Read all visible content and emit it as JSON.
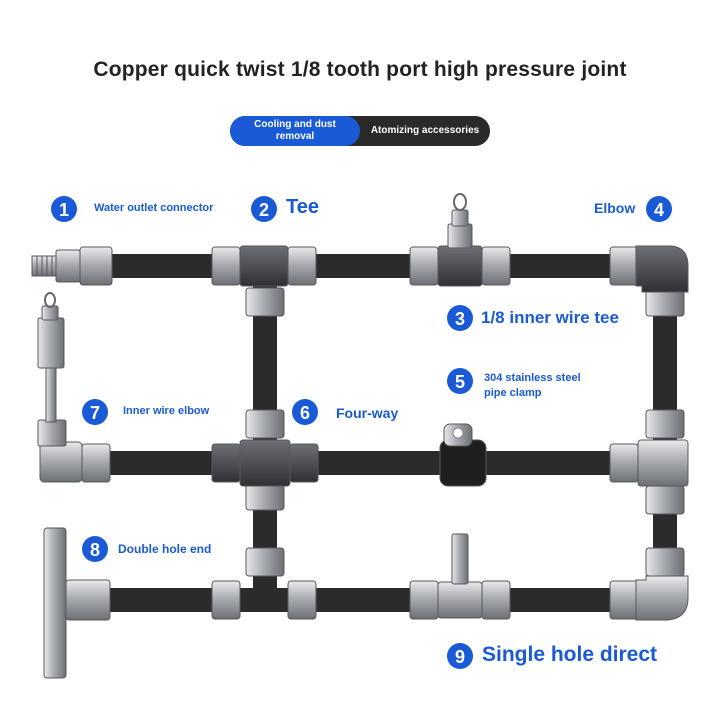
{
  "title": "Copper quick twist 1/8 tooth port high pressure joint",
  "tabs": [
    {
      "label": "Cooling and dust removal",
      "active": true
    },
    {
      "label": "Atomizing accessories",
      "active": false
    }
  ],
  "colors": {
    "accent": "#1a5ad6",
    "pipe": "#2b2b2b",
    "metal": "#b9bcc0"
  },
  "parts": [
    {
      "number": "1",
      "label": "Water outlet connector"
    },
    {
      "number": "2",
      "label": "Tee"
    },
    {
      "number": "3",
      "label": "1/8 inner wire tee"
    },
    {
      "number": "4",
      "label": "Elbow"
    },
    {
      "number": "5",
      "label": "304 stainless steel pipe clamp"
    },
    {
      "number": "6",
      "label": "Four-way"
    },
    {
      "number": "7",
      "label": "Inner wire elbow"
    },
    {
      "number": "8",
      "label": "Double hole end"
    },
    {
      "number": "9",
      "label": "Single hole direct"
    }
  ]
}
